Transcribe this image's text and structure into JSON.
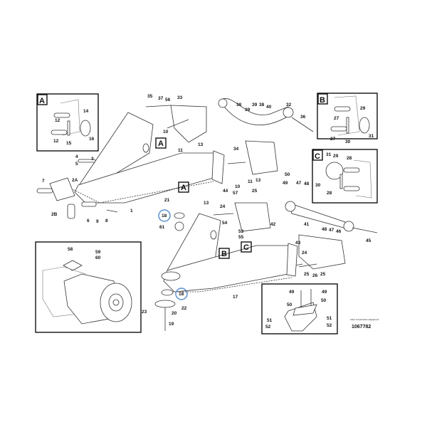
{
  "callouts": {
    "inset_a": {
      "letter": "A",
      "labels": [
        "14",
        "12",
        "12",
        "15",
        "16"
      ]
    },
    "inset_b": {
      "letter": "B",
      "labels": [
        "29",
        "27",
        "27",
        "30",
        "31"
      ]
    },
    "inset_c": {
      "letter": "C",
      "labels": [
        "31",
        "29",
        "28",
        "30",
        "28"
      ]
    },
    "inset_axle": {
      "labels": [
        "58",
        "59",
        "60"
      ]
    },
    "inset_bracket": {
      "labels": [
        "49",
        "49",
        "50",
        "50",
        "51",
        "52",
        "51",
        "52"
      ]
    },
    "main": {
      "top_left": [
        "35",
        "37",
        "56",
        "33",
        "10",
        "11",
        "13",
        "4",
        "5",
        "3",
        "2A",
        "7",
        "1",
        "6",
        "9",
        "8",
        "2B"
      ],
      "center": [
        "21",
        "18",
        "61",
        "13",
        "44",
        "57",
        "25",
        "24",
        "54",
        "53",
        "55",
        "42"
      ],
      "top_right": [
        "38",
        "39",
        "39",
        "38",
        "40",
        "32",
        "36",
        "34",
        "50",
        "49",
        "10",
        "11",
        "13",
        "47",
        "48",
        "41",
        "48",
        "47",
        "46",
        "45"
      ],
      "lower": [
        "43",
        "24",
        "25",
        "26",
        "25",
        "17",
        "18",
        "22",
        "23",
        "20",
        "19"
      ]
    },
    "section_tags": {
      "a": "A",
      "b": "B",
      "c": "C"
    }
  },
  "footer": {
    "company": "Volvo Construction Equipment",
    "ref_number": "1067782"
  },
  "colors": {
    "highlight": "#5b8fd0",
    "line": "#333333"
  }
}
